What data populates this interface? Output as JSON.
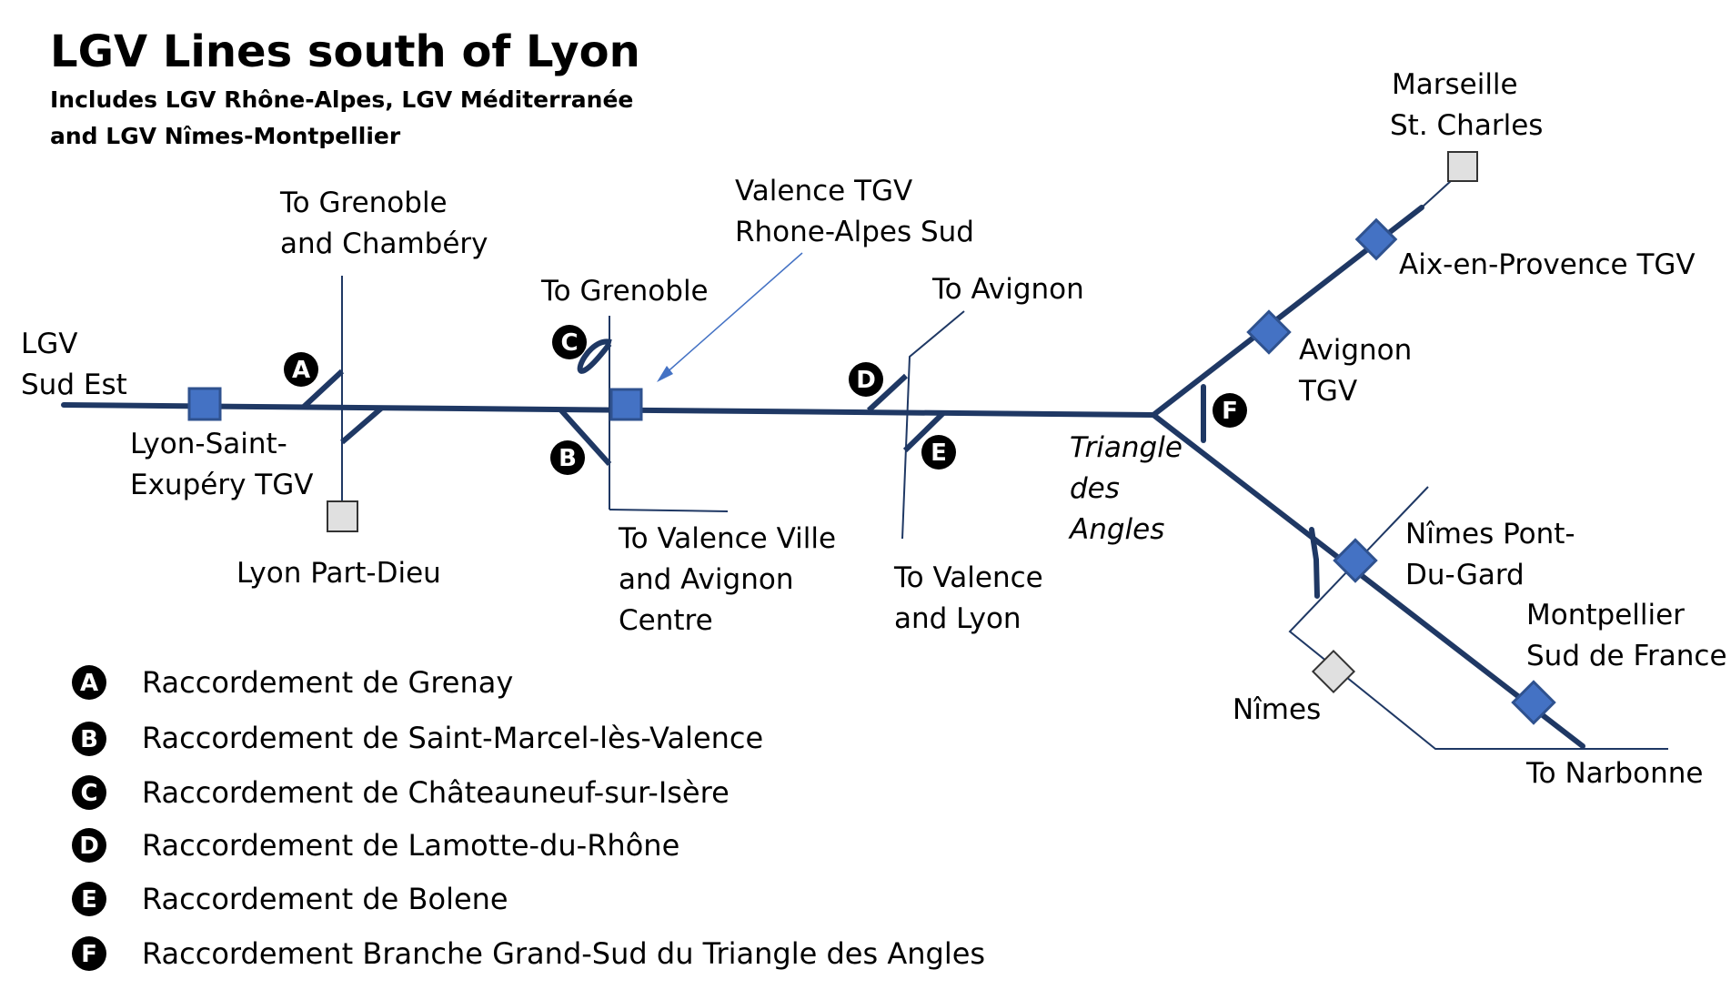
{
  "title": "LGV Lines south of Lyon",
  "subtitle_line1": "Includes LGV Rhône-Alpes, LGV Méditerranée",
  "subtitle_line2": "and LGV Nîmes-Montpellier",
  "colors": {
    "line": "#1f3864",
    "tgv_station": "#4472c4",
    "classic_station": "#e0e0e0",
    "badge": "#000000",
    "arrow": "#4472c4"
  },
  "labels": {
    "lgv_sud_est": [
      "LGV",
      "Sud Est"
    ],
    "lyon_st_exupery": [
      "Lyon-Saint-",
      "Exupéry TGV"
    ],
    "lyon_part_dieu": "Lyon Part-Dieu",
    "to_grenoble_chambery": [
      "To Grenoble",
      "and Chambéry"
    ],
    "to_grenoble": "To Grenoble",
    "valence_tgv": [
      "Valence TGV",
      "Rhone-Alpes Sud"
    ],
    "to_valence_ville": [
      "To Valence Ville",
      "and Avignon",
      "Centre"
    ],
    "to_avignon": "To Avignon",
    "to_valence_lyon": [
      "To Valence",
      "and Lyon"
    ],
    "triangle": [
      "Triangle",
      "des",
      "Angles"
    ],
    "marseille": [
      "Marseille",
      "St. Charles"
    ],
    "aix": "Aix-en-Provence TGV",
    "avignon_tgv": [
      "Avignon",
      "TGV"
    ],
    "nimes_pont": [
      "Nîmes Pont-",
      "Du-Gard"
    ],
    "montpellier": [
      "Montpellier",
      "Sud de France"
    ],
    "nimes": "Nîmes",
    "to_narbonne": "To Narbonne"
  },
  "badges": [
    "A",
    "B",
    "C",
    "D",
    "E",
    "F"
  ],
  "legend": [
    {
      "badge": "A",
      "text": "Raccordement de Grenay"
    },
    {
      "badge": "B",
      "text": "Raccordement de Saint-Marcel-lès-Valence"
    },
    {
      "badge": "C",
      "text": "Raccordement de Châteauneuf-sur-Isère"
    },
    {
      "badge": "D",
      "text": "Raccordement de Lamotte-du-Rhône"
    },
    {
      "badge": "E",
      "text": "Raccordement de Bolene"
    },
    {
      "badge": "F",
      "text": "Raccordement Branche Grand-Sud du Triangle des Angles"
    }
  ]
}
